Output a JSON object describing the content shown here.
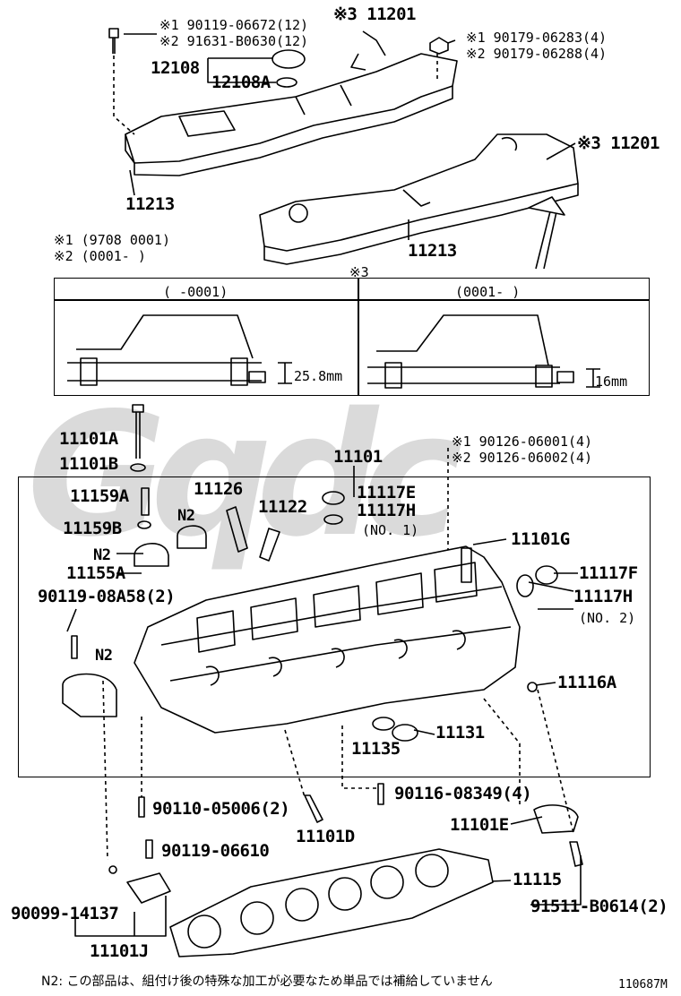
{
  "labels": {
    "cover_note_1": "※1 90119-06672(12)",
    "cover_note_2": "※2 91631-B0630(12)",
    "p11201_top": "※3 11201",
    "nut_1": "※1 90179-06283(4)",
    "nut_2": "※2 90179-06288(4)",
    "p12108": "12108",
    "p12108A": "12108A",
    "p11213_left": "11213",
    "p11201_right": "※3 11201",
    "p11213_right": "11213",
    "date_1": "※1 (9708  0001)",
    "date_2": "※2 (0001-      )",
    "note3": "※3",
    "col_left_header": "(     -0001)",
    "col_right_header": "(0001-      )",
    "dim_left": "25.8mm",
    "dim_right": "16mm",
    "p11101A": "11101A",
    "p11101B": "11101B",
    "p11101": "11101",
    "stud_1": "※1 90126-06001(4)",
    "stud_2": "※2 90126-06002(4)",
    "p11159A": "11159A",
    "p11126": "11126",
    "n2_a": "N2",
    "p11122": "11122",
    "p11117E": "11117E",
    "p11117H_1": "11117H",
    "no1": "(NO. 1)",
    "p11159B": "11159B",
    "n2_b": "N2",
    "p11155A": "11155A",
    "p11101G": "11101G",
    "p90119_08A58": "90119-08A58(2)",
    "p11117F": "11117F",
    "p11117H_2": "11117H",
    "no2": "(NO. 2)",
    "n2_c": "N2",
    "p11116A": "11116A",
    "p11131": "11131",
    "p11135": "11135",
    "p90110": "90110-05006(2)",
    "p90116": "90116-08349(4)",
    "p11101D": "11101D",
    "p11101E": "11101E",
    "p90119_06610": "90119-06610",
    "p11115": "11115",
    "p90099": "90099-14137",
    "p91511": "91511-B0614(2)",
    "p11101J": "11101J",
    "footnote": "N2: この部品は、組付け後の特殊な加工が必要なため単品では補給していません",
    "diagram_id": "110687M"
  },
  "watermark": "Gqdc",
  "colors": {
    "ink": "#000000",
    "watermark": "#bdbdbd",
    "paper": "#ffffff"
  }
}
